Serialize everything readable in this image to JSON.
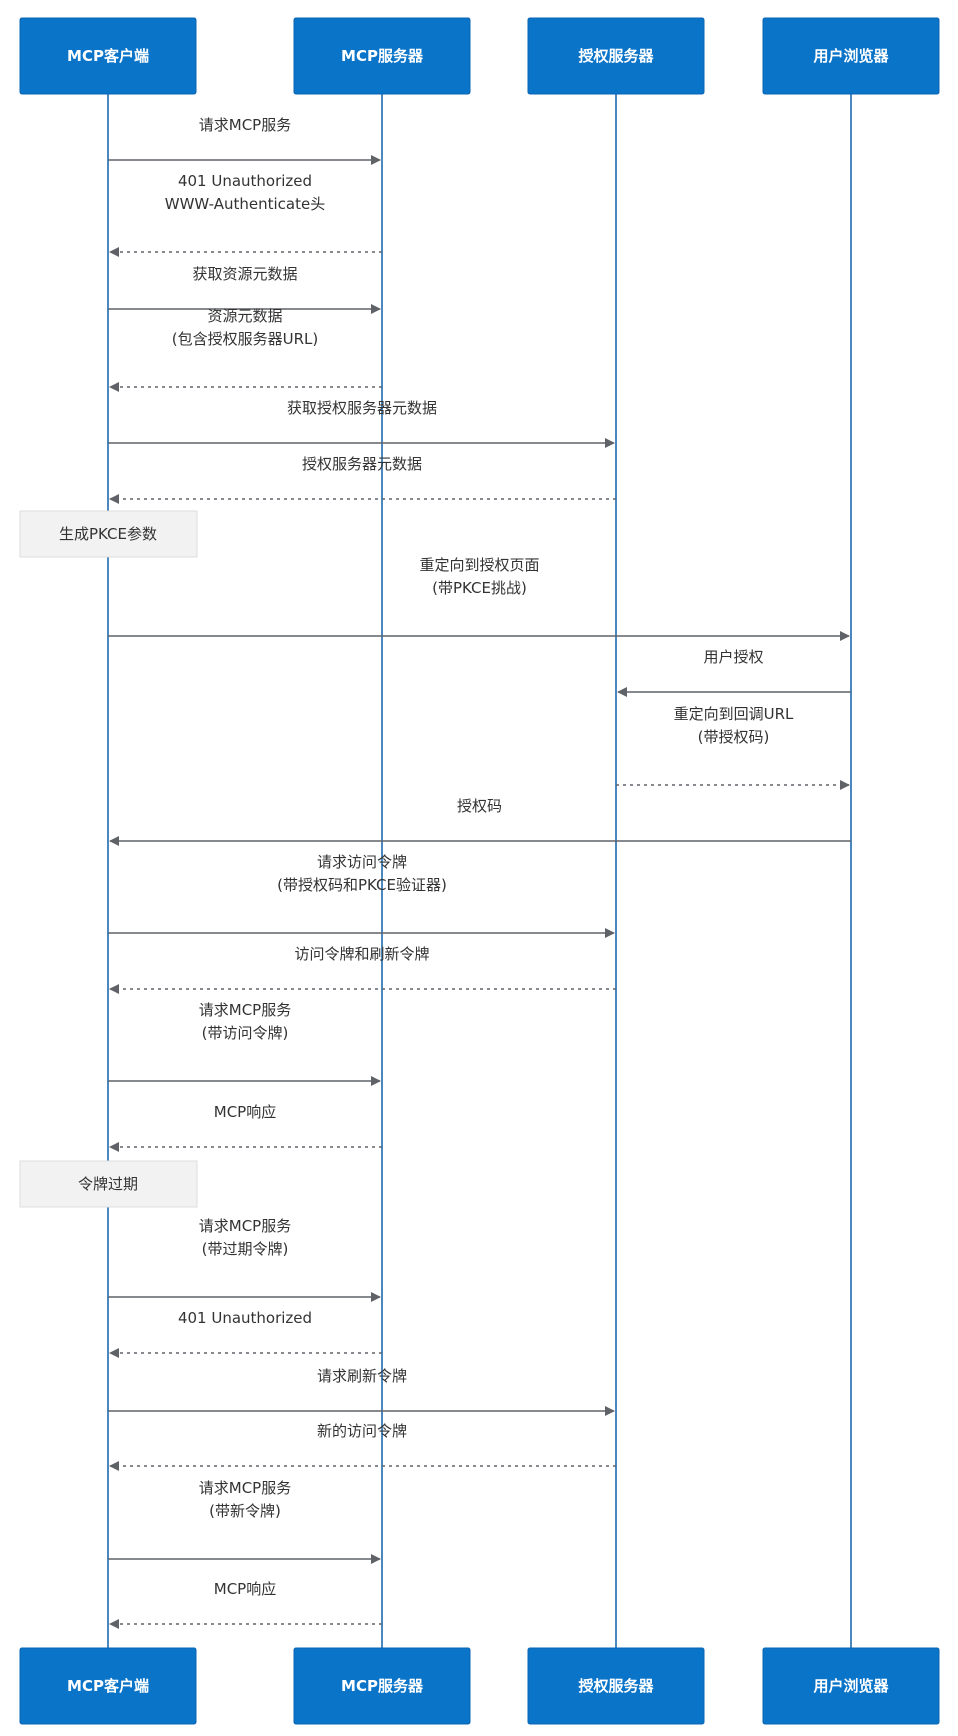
{
  "participants": [
    {
      "id": "client",
      "label": "MCP客户端"
    },
    {
      "id": "server",
      "label": "MCP服务器"
    },
    {
      "id": "auth",
      "label": "授权服务器"
    },
    {
      "id": "browser",
      "label": "用户浏览器"
    }
  ],
  "steps": [
    {
      "kind": "message",
      "from": "client",
      "to": "server",
      "style": "solid",
      "lines": [
        "请求MCP服务"
      ]
    },
    {
      "kind": "message",
      "from": "server",
      "to": "client",
      "style": "dashed",
      "lines": [
        "401 Unauthorized",
        "WWW-Authenticate头"
      ]
    },
    {
      "kind": "message",
      "from": "client",
      "to": "server",
      "style": "solid",
      "lines": [
        "获取资源元数据"
      ]
    },
    {
      "kind": "message",
      "from": "server",
      "to": "client",
      "style": "dashed",
      "lines": [
        "资源元数据",
        "(包含授权服务器URL)"
      ]
    },
    {
      "kind": "message",
      "from": "client",
      "to": "auth",
      "style": "solid",
      "lines": [
        "获取授权服务器元数据"
      ]
    },
    {
      "kind": "message",
      "from": "auth",
      "to": "client",
      "style": "dashed",
      "lines": [
        "授权服务器元数据"
      ]
    },
    {
      "kind": "note",
      "over": "client",
      "text": "生成PKCE参数"
    },
    {
      "kind": "message",
      "from": "client",
      "to": "browser",
      "style": "solid",
      "lines": [
        "重定向到授权页面",
        "(带PKCE挑战)"
      ]
    },
    {
      "kind": "message",
      "from": "browser",
      "to": "auth",
      "style": "solid",
      "lines": [
        "用户授权"
      ]
    },
    {
      "kind": "message",
      "from": "auth",
      "to": "browser",
      "style": "dashed",
      "lines": [
        "重定向到回调URL",
        "(带授权码)"
      ]
    },
    {
      "kind": "message",
      "from": "browser",
      "to": "client",
      "style": "solid",
      "lines": [
        "授权码"
      ]
    },
    {
      "kind": "message",
      "from": "client",
      "to": "auth",
      "style": "solid",
      "lines": [
        "请求访问令牌",
        "(带授权码和PKCE验证器)"
      ]
    },
    {
      "kind": "message",
      "from": "auth",
      "to": "client",
      "style": "dashed",
      "lines": [
        "访问令牌和刷新令牌"
      ]
    },
    {
      "kind": "message",
      "from": "client",
      "to": "server",
      "style": "solid",
      "lines": [
        "请求MCP服务",
        "(带访问令牌)"
      ]
    },
    {
      "kind": "message",
      "from": "server",
      "to": "client",
      "style": "dashed",
      "lines": [
        "MCP响应"
      ]
    },
    {
      "kind": "note",
      "over": "client",
      "text": "令牌过期"
    },
    {
      "kind": "message",
      "from": "client",
      "to": "server",
      "style": "solid",
      "lines": [
        "请求MCP服务",
        "(带过期令牌)"
      ]
    },
    {
      "kind": "message",
      "from": "server",
      "to": "client",
      "style": "dashed",
      "lines": [
        "401 Unauthorized"
      ]
    },
    {
      "kind": "message",
      "from": "client",
      "to": "auth",
      "style": "solid",
      "lines": [
        "请求刷新令牌"
      ]
    },
    {
      "kind": "message",
      "from": "auth",
      "to": "client",
      "style": "dashed",
      "lines": [
        "新的访问令牌"
      ]
    },
    {
      "kind": "message",
      "from": "client",
      "to": "server",
      "style": "solid",
      "lines": [
        "请求MCP服务",
        "(带新令牌)"
      ]
    },
    {
      "kind": "message",
      "from": "server",
      "to": "client",
      "style": "dashed",
      "lines": [
        "MCP响应"
      ]
    }
  ]
}
